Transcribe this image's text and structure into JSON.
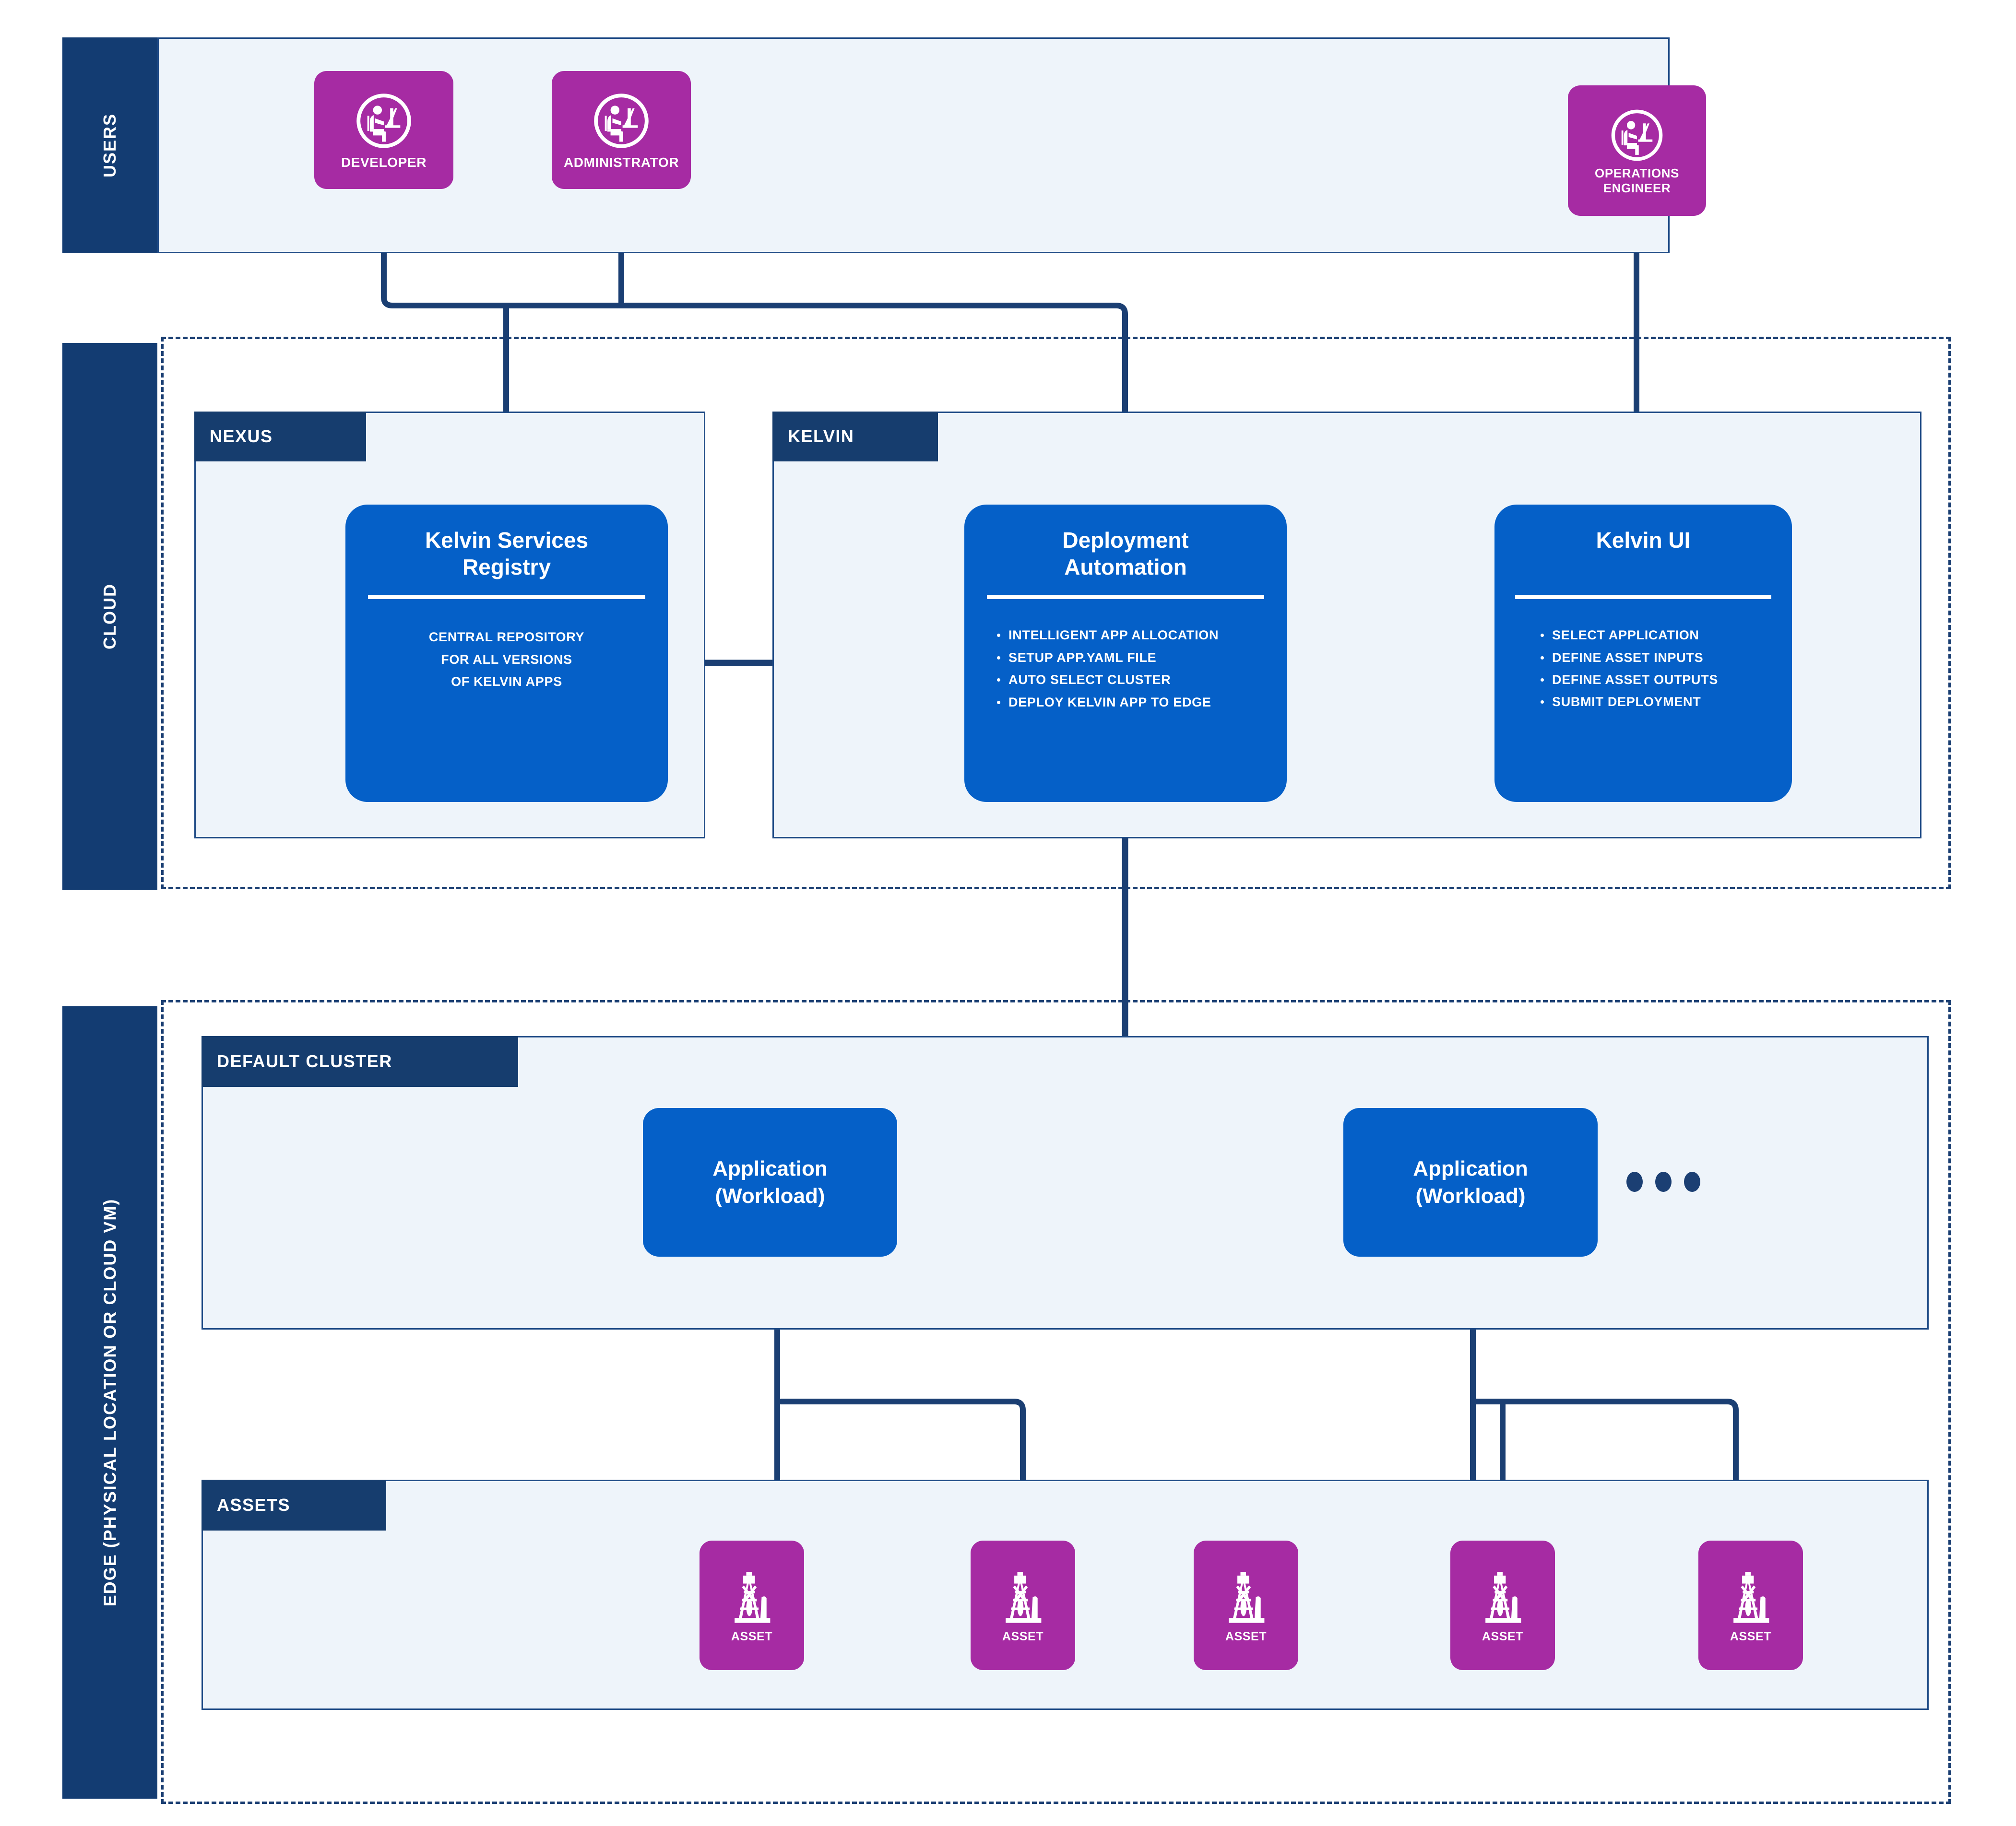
{
  "bands": [
    {
      "id": "users",
      "label": "USERS"
    },
    {
      "id": "cloud",
      "label": "CLOUD"
    },
    {
      "id": "edge",
      "label": "EDGE  (PHYSICAL LOCATION OR CLOUD VM)"
    }
  ],
  "group_tabs": {
    "nexus": "NEXUS",
    "kelvin": "KELVIN",
    "default_cluster": "DEFAULT CLUSTER",
    "assets": "ASSETS"
  },
  "users": [
    {
      "id": "developer",
      "label": "DEVELOPER",
      "icon": "person-at-desk-icon"
    },
    {
      "id": "administrator",
      "label": "ADMINISTRATOR",
      "icon": "person-at-desk-icon"
    },
    {
      "id": "operations-engineer",
      "label": "OPERATIONS\nENGINEER",
      "icon": "person-at-desk-icon"
    }
  ],
  "cloud_cards": [
    {
      "id": "kelvin-services-registry",
      "title": "Kelvin Services\nRegistry",
      "body_type": "lines",
      "lines": "CENTRAL REPOSITORY\nFOR ALL VERSIONS\nOF KELVIN APPS"
    },
    {
      "id": "deployment-automation",
      "title": "Deployment\nAutomation",
      "body_type": "bullets",
      "bullets": [
        "INTELLIGENT APP ALLOCATION",
        "SETUP APP.YAML FILE",
        "AUTO SELECT CLUSTER",
        "DEPLOY KELVIN APP TO EDGE"
      ]
    },
    {
      "id": "kelvin-ui",
      "title": "Kelvin UI",
      "body_type": "bullets",
      "bullets": [
        "SELECT APPLICATION",
        "DEFINE ASSET INPUTS",
        "DEFINE ASSET OUTPUTS",
        "SUBMIT DEPLOYMENT"
      ]
    }
  ],
  "workloads": [
    {
      "id": "workload-1",
      "label": "Application\n(Workload)"
    },
    {
      "id": "workload-2",
      "label": "Application\n(Workload)"
    }
  ],
  "workloads_more_indicator": "•••",
  "assets": [
    {
      "id": "asset-1",
      "label": "ASSET",
      "icon": "oil-derrick-icon"
    },
    {
      "id": "asset-2",
      "label": "ASSET",
      "icon": "oil-derrick-icon"
    },
    {
      "id": "asset-3",
      "label": "ASSET",
      "icon": "oil-derrick-icon"
    },
    {
      "id": "asset-4",
      "label": "ASSET",
      "icon": "oil-derrick-icon"
    },
    {
      "id": "asset-5",
      "label": "ASSET",
      "icon": "oil-derrick-icon"
    }
  ],
  "colors": {
    "navy": "#133C72",
    "navy_line": "#1B3F73",
    "panel_fill": "#EEF4FA",
    "panel_border": "#1F4B86",
    "blue_card": "#0560C8",
    "magenta": "#A62BA3",
    "white": "#FFFFFF"
  },
  "connections": [
    {
      "from": "developer",
      "to": "kelvin-services-registry"
    },
    {
      "from": "developer",
      "to": "deployment-automation"
    },
    {
      "from": "administrator",
      "to": "kelvin-services-registry"
    },
    {
      "from": "administrator",
      "to": "deployment-automation"
    },
    {
      "from": "operations-engineer",
      "to": "kelvin-ui"
    },
    {
      "from": "kelvin-services-registry",
      "to": "deployment-automation",
      "arrow": "right"
    },
    {
      "from": "kelvin-ui",
      "to": "deployment-automation",
      "arrow": "left"
    },
    {
      "from": "deployment-automation",
      "to": "workload-1",
      "arrow": "down"
    },
    {
      "from": "deployment-automation",
      "to": "workload-2",
      "arrow": "down"
    },
    {
      "from": "workload-1",
      "to": "asset-1"
    },
    {
      "from": "workload-1",
      "to": "asset-2"
    },
    {
      "from": "workload-2",
      "to": "asset-3"
    },
    {
      "from": "workload-2",
      "to": "asset-4"
    },
    {
      "from": "workload-2",
      "to": "asset-5"
    }
  ]
}
